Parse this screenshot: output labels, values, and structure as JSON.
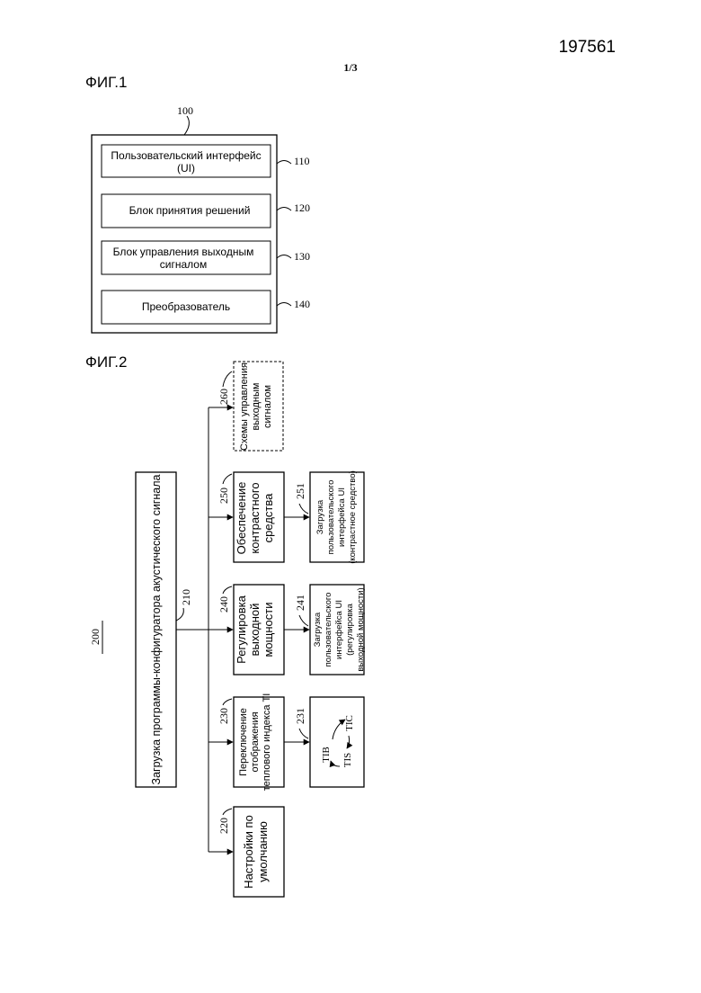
{
  "patent_number": "197561",
  "sheet": "1/3",
  "fig1": {
    "title": "ФИГ.1",
    "ref": "100",
    "blocks": [
      {
        "ref": "110",
        "lines": [
          "Пользовательский интерфейс",
          "(UI)"
        ]
      },
      {
        "ref": "120",
        "lines": [
          "Блок принятия решений"
        ]
      },
      {
        "ref": "130",
        "lines": [
          "Блок управления выходным",
          "сигналом"
        ]
      },
      {
        "ref": "140",
        "lines": [
          "Преобразователь"
        ]
      }
    ]
  },
  "fig2": {
    "title": "ФИГ.2",
    "ref": "200",
    "root": {
      "ref": "210",
      "lines": [
        "Загрузка программы-конфигуратора акустического сигнала"
      ]
    },
    "branches": [
      {
        "ref": "260",
        "lines": [
          "Схемы управления",
          "выходным",
          "сигналом"
        ]
      },
      {
        "ref": "250",
        "lines": [
          "Обеспечение",
          "контрастного",
          "средства"
        ]
      },
      {
        "ref": "240",
        "lines": [
          "Регулировка",
          "выходной",
          "мощности"
        ]
      },
      {
        "ref": "230",
        "lines": [
          "Переключение",
          "отображения",
          "теплового индекса TI"
        ]
      },
      {
        "ref": "220",
        "lines": [
          "Настройки по",
          "умолчанию"
        ]
      }
    ],
    "sub_blocks": [
      {
        "ref": "251",
        "lines": [
          "Загрузка",
          "пользовательского",
          "интерфейса UI",
          "(контрастное средство)"
        ]
      },
      {
        "ref": "241",
        "lines": [
          "Загрузка",
          "пользовательского",
          "интерфейса UI",
          "(регулировка",
          "выходной мощности)"
        ]
      },
      {
        "ref": "231",
        "labels": [
          "TIB",
          "TIC",
          "TIS"
        ]
      }
    ]
  }
}
